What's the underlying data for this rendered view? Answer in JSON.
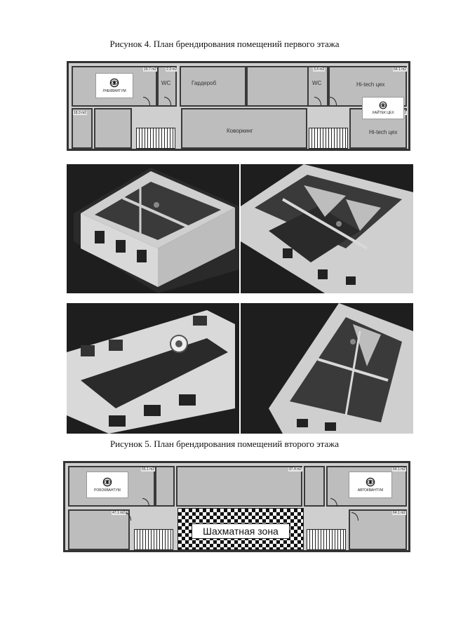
{
  "figure4": {
    "caption": "Рисунок 4. План брендирования помещений первого этажа",
    "labels": {
      "wc_left": "WC",
      "wardrobe": "Гардероб",
      "wc_right": "WC",
      "hitech_top": "Hi-tech цех",
      "coworking": "Коворкинг",
      "hitech_bottom": "Hi-tech цех"
    },
    "logos": {
      "left": {
        "text": "ЛЧЕКВАНТУМ",
        "icon": "kvantum-knot-icon"
      },
      "right": {
        "text": "ХАЙТЕК ЦЕХ",
        "icon": "kvantum-knot-icon"
      }
    },
    "area_tags": [
      "19.7 m2",
      "2.3 m2",
      "3.4 m2",
      "64.1 m2",
      "94.1 m2",
      "18.3 m2"
    ]
  },
  "figure5": {
    "caption": "Рисунок 5. План брендирования помещений второго этажа",
    "logos": {
      "left": {
        "text": "РОБОКВАНТУМ",
        "icon": "kvantum-knot-icon"
      },
      "right": {
        "text": "АВТОКВАНТУМ",
        "icon": "kvantum-knot-icon"
      }
    },
    "chess_zone_label": "Шахматная зона",
    "area_tags": [
      "55.1 m2",
      "97.4 m2",
      "54.1 m2",
      "47.1 m2",
      "64.1 m2"
    ]
  },
  "colors": {
    "wall": "#3a3a3a",
    "floor": "#bdbdbd",
    "photo_dark": "#1a1a1a",
    "photo_wall": "#d9d9d9"
  }
}
